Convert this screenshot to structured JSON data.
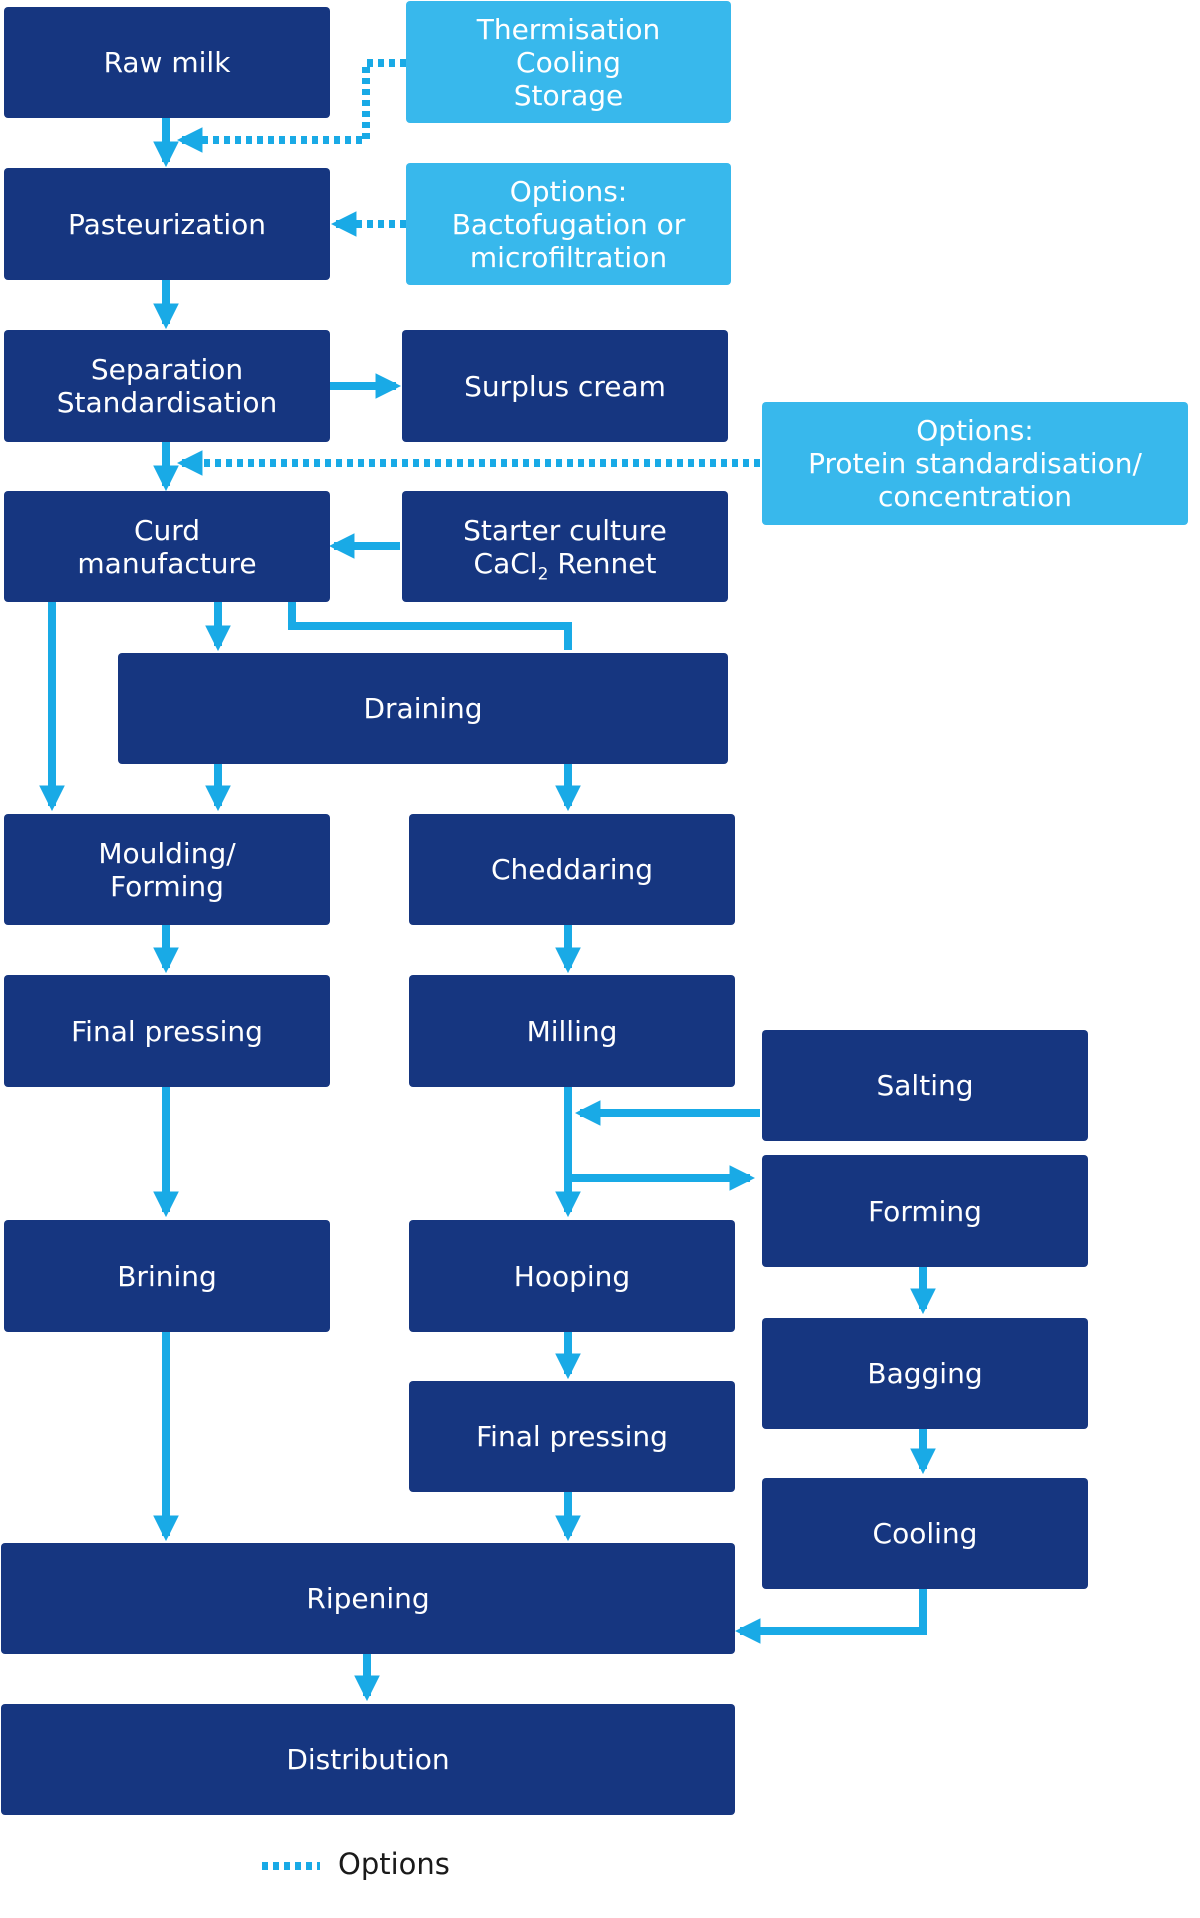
{
  "nodes": {
    "raw_milk": "Raw milk",
    "thermisation": [
      "Thermisation",
      "Cooling",
      "Storage"
    ],
    "pasteurization": "Pasteurization",
    "options_bacto": [
      "Options:",
      "Bactofugation or",
      "microfiltration"
    ],
    "separation": [
      "Separation",
      "Standardisation"
    ],
    "surplus_cream": "Surplus cream",
    "options_protein": [
      "Options:",
      "Protein standardisation/",
      "concentration"
    ],
    "curd": [
      "Curd",
      "manufacture"
    ],
    "starter": {
      "line1": "Starter culture",
      "line2_a": "CaCl",
      "line2_sub": "2",
      "line2_b": " Rennet"
    },
    "draining": "Draining",
    "moulding": [
      "Moulding/",
      "Forming"
    ],
    "cheddaring": "Cheddaring",
    "final_pressing_left": "Final pressing",
    "milling": "Milling",
    "salting": "Salting",
    "forming": "Forming",
    "brining": "Brining",
    "hooping": "Hooping",
    "bagging": "Bagging",
    "final_pressing_mid": "Final pressing",
    "cooling": "Cooling",
    "ripening": "Ripening",
    "distribution": "Distribution"
  },
  "legend": {
    "label": "Options"
  },
  "colors": {
    "process": "#163680",
    "option": "#38b8ec",
    "arrow": "#19aae6"
  }
}
